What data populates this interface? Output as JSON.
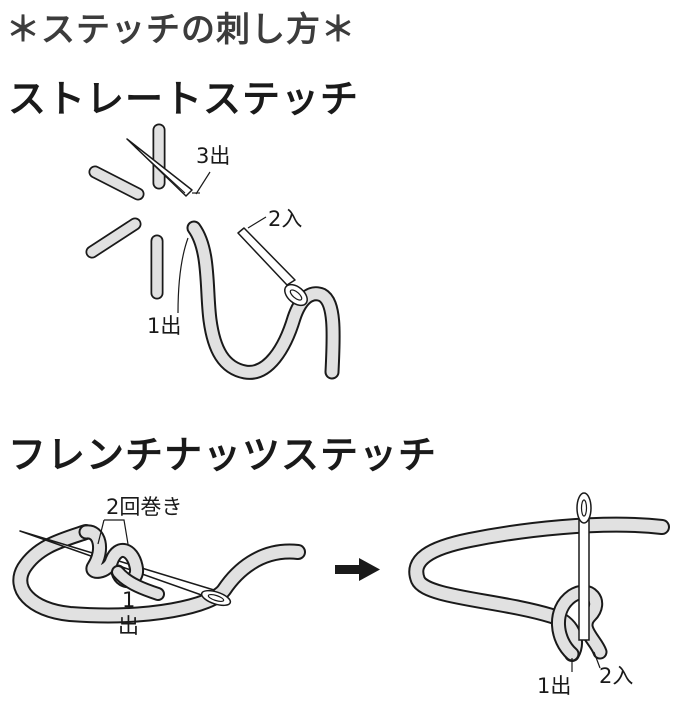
{
  "title": {
    "text": "ステッチの刺し方",
    "star_left": "＊",
    "star_right": "＊"
  },
  "straight_stitch": {
    "heading": "ストレートステッチ",
    "labels": {
      "out1": "1出",
      "in2": "2入",
      "out3": "3出"
    }
  },
  "french_knot": {
    "heading": "フレンチナッツステッチ",
    "labels": {
      "wraps": "2回巻き",
      "out1_num": "1",
      "out1_char": "出",
      "final_out1": "1出",
      "final_in2": "2入"
    },
    "arrow": "right-arrow"
  },
  "colors": {
    "thread_fill": "#e1e1e1",
    "outline": "#1a1a1a",
    "title": "#3c3c3c"
  }
}
